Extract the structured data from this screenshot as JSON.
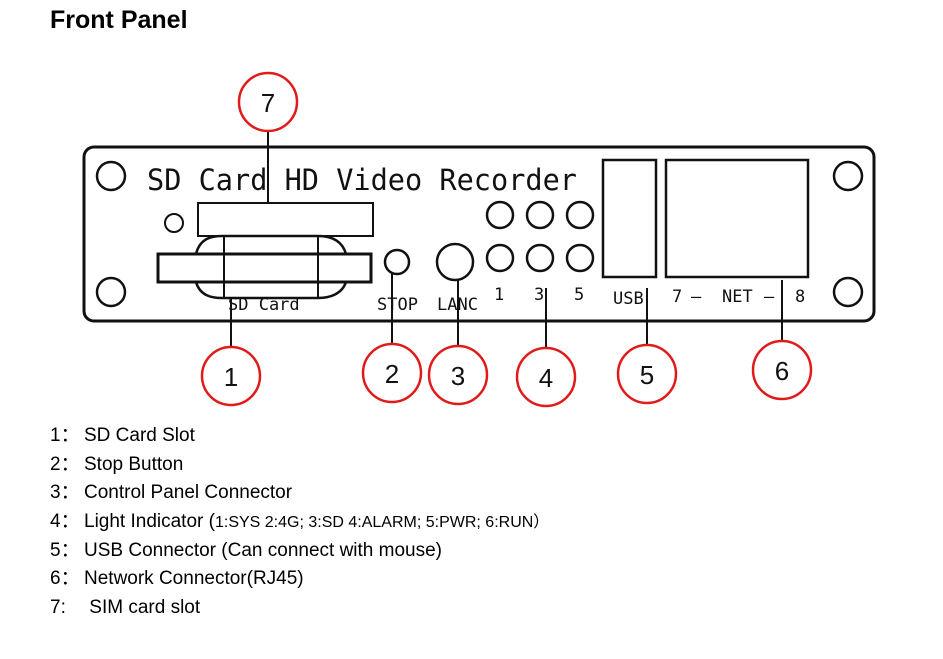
{
  "title": "Front Panel",
  "panel": {
    "device_name": "SD Card HD Video Recorder",
    "labels": {
      "sd_card": "SD Card",
      "stop": "STOP",
      "lanc": "LANC",
      "led_1": "1",
      "led_3": "3",
      "led_5": "5",
      "usb": "USB",
      "net_7": "7",
      "net": "NET",
      "net_8": "8",
      "net_dash": "—"
    }
  },
  "callouts": [
    "7",
    "1",
    "2",
    "3",
    "4",
    "5",
    "6"
  ],
  "legend": [
    {
      "num": "1：",
      "text": "SD Card Slot"
    },
    {
      "num": "2：",
      "text": "Stop Button"
    },
    {
      "num": "3：",
      "text": "Control Panel Connector"
    },
    {
      "num": "4：",
      "text": "Light Indicator (",
      "small": "1:SYS 2:4G; 3:SD 4:ALARM; 5:PWR; 6:RUN）"
    },
    {
      "num": "5：",
      "text": "USB Connector (Can connect with mouse)"
    },
    {
      "num": "6：",
      "text": "Network Connector(RJ45)"
    },
    {
      "num": "7:",
      "text": " SIM card slot"
    }
  ],
  "colors": {
    "callout_stroke": "#e01b1b",
    "line": "#111111"
  }
}
